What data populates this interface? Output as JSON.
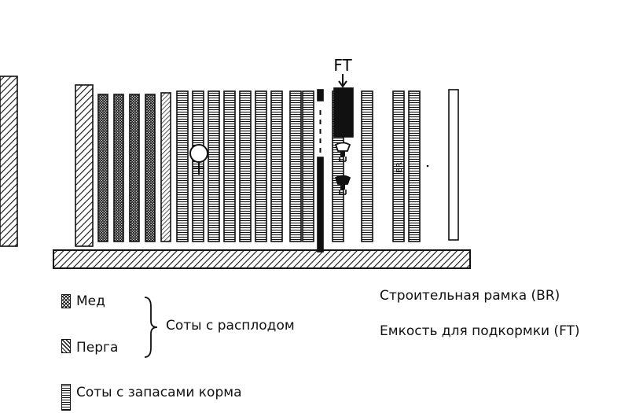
{
  "diagram": {
    "feeder_label": "FT",
    "builder_frame_label": "BR",
    "hive_layout": [
      {
        "kind": "wall"
      },
      {
        "kind": "honey"
      },
      {
        "kind": "honey"
      },
      {
        "kind": "honey"
      },
      {
        "kind": "honey"
      },
      {
        "kind": "perga"
      },
      {
        "kind": "food"
      },
      {
        "kind": "food"
      },
      {
        "kind": "food"
      },
      {
        "kind": "food"
      },
      {
        "kind": "food"
      },
      {
        "kind": "food"
      },
      {
        "kind": "food"
      },
      {
        "kind": "food"
      },
      {
        "kind": "food"
      },
      {
        "kind": "partition"
      },
      {
        "kind": "food"
      },
      {
        "kind": "food"
      },
      {
        "kind": "feeder"
      },
      {
        "kind": "food"
      },
      {
        "kind": "food"
      },
      {
        "kind": "builder"
      },
      {
        "kind": "honey"
      },
      {
        "kind": "wall"
      }
    ]
  },
  "legend": {
    "honey": "Мед",
    "perga": "Перга",
    "brood_combs": "Соты с расплодом",
    "food_combs": "Соты с запасами корма",
    "builder_frame": "Строительная рамка (BR)",
    "feeder": "Емкость для подкормки (FT)"
  },
  "icons": [
    "queen-symbol-icon",
    "bee-icon",
    "arrow-down-icon",
    "brace-icon"
  ]
}
